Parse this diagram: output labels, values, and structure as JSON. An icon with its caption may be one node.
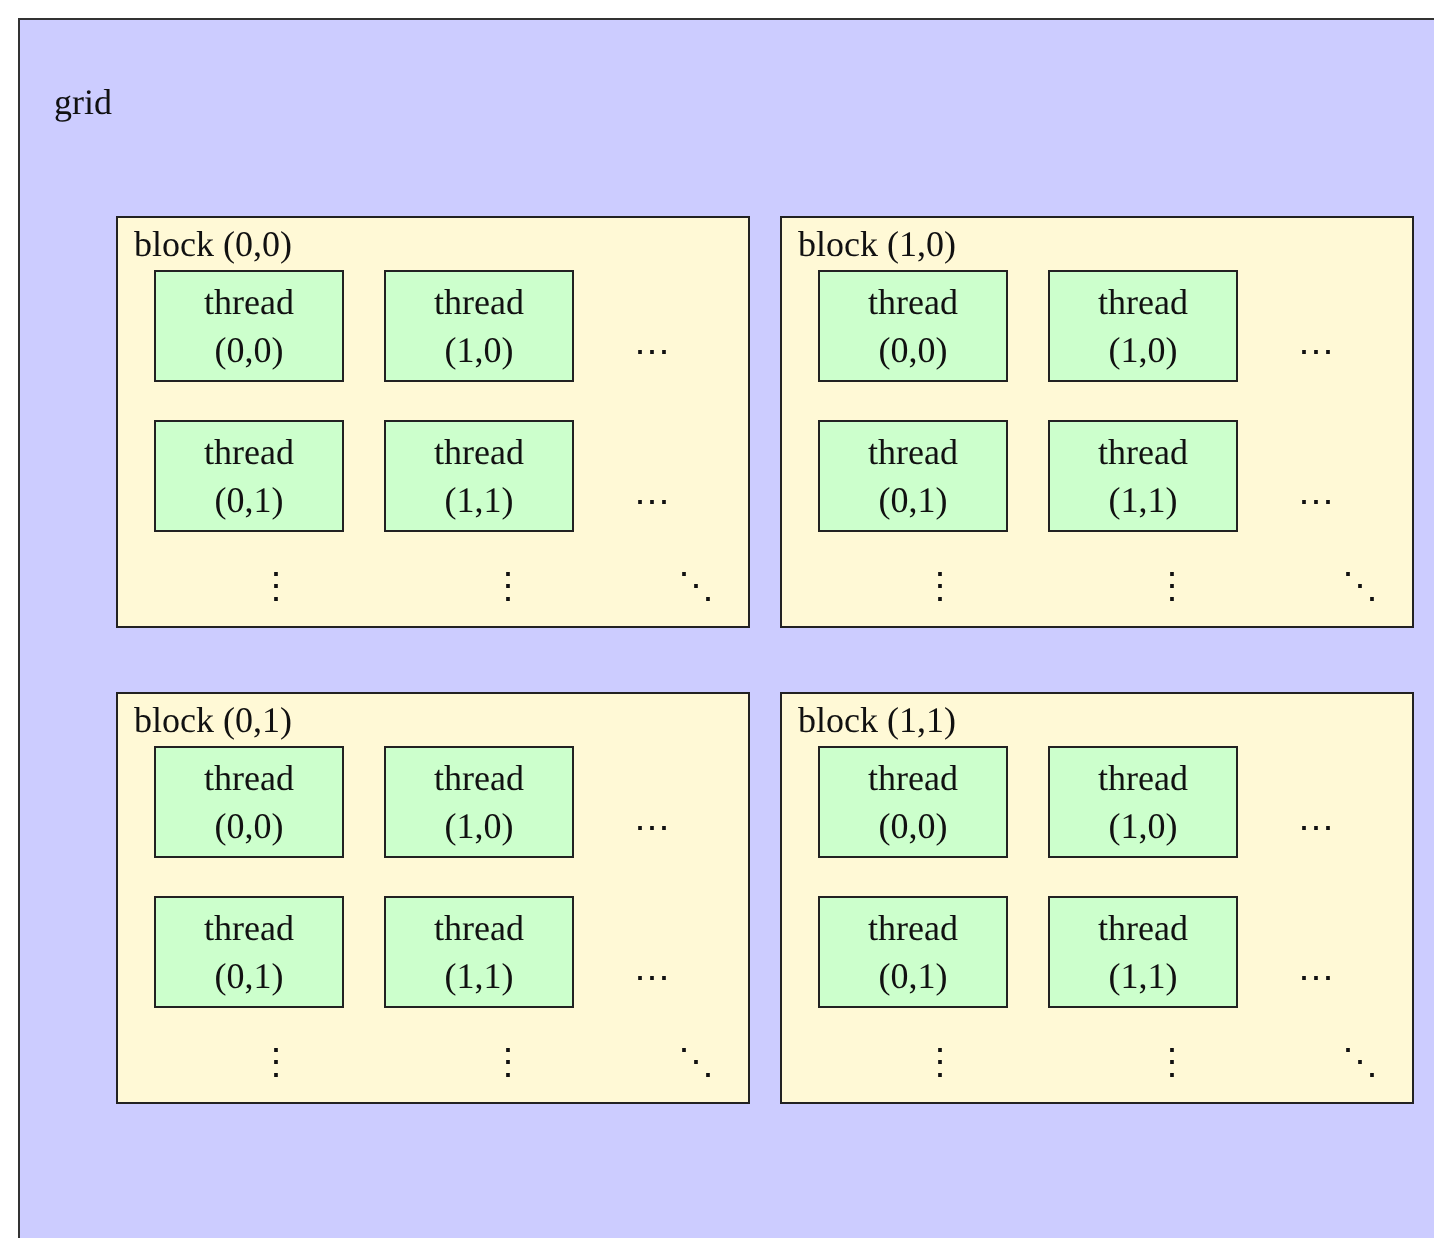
{
  "diagram": {
    "nodes": [
      {
        "text": [
          "grid"
        ]
      },
      {
        "text": [
          "block (0,0)"
        ],
        "in": 0
      },
      {
        "text": [
          "thread (0,0)"
        ],
        "in": 1
      },
      {
        "text": [
          "thread (1,0)"
        ],
        "in": 1
      },
      {
        "text": [
          "thread (0,1)"
        ],
        "in": 1
      },
      {
        "text": [
          "thread (1,1)"
        ],
        "in": 1
      },
      {
        "text": [
          "block (1,0)"
        ],
        "in": 0
      },
      {
        "text": [
          "thread (0,0)"
        ],
        "in": 6
      },
      {
        "text": [
          "thread (1,0)"
        ],
        "in": 6
      },
      {
        "text": [
          "thread (0,1)"
        ],
        "in": 6
      },
      {
        "text": [
          "thread (1,1)"
        ],
        "in": 6
      },
      {
        "text": [
          "block (0,1)"
        ],
        "in": 0
      },
      {
        "text": [
          "thread (0,0)"
        ],
        "in": 11
      },
      {
        "text": [
          "thread (1,0)"
        ],
        "in": 11
      },
      {
        "text": [
          "thread (0,1)"
        ],
        "in": 11
      },
      {
        "text": [
          "thread (1,1)"
        ],
        "in": 11
      },
      {
        "text": [
          "block (1,1)"
        ],
        "in": 0
      },
      {
        "text": [
          "thread (0,0)"
        ],
        "in": 16
      },
      {
        "text": [
          "thread (1,0)"
        ],
        "in": 16
      },
      {
        "text": [
          "thread (0,1)"
        ],
        "in": 16
      },
      {
        "text": [
          "thread (1,1)"
        ],
        "in": 16
      }
    ],
    "labels": [
      "⋯",
      "⋯",
      "⋮",
      "⋮",
      "⋱",
      "⋯",
      "⋯",
      "⋮",
      "⋮",
      "⋱",
      "⋯",
      "⋯",
      "⋮",
      "⋮",
      "⋱",
      "⋯",
      "⋯",
      "⋮",
      "⋮",
      "⋱"
    ]
  }
}
